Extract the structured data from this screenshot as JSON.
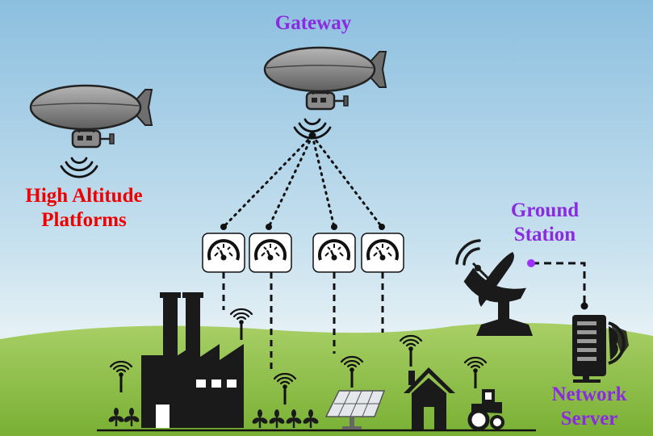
{
  "colors": {
    "gateway_label": "#8a2be2",
    "hap_label": "#ee0000",
    "ground_station_label": "#8a2be2",
    "network_server_label": "#8a2be2",
    "blimp_body": "#8c8c8c",
    "silhouette": "#1a1a1a",
    "sky_top": "#8fc0e0",
    "grass": "#8cbf4a"
  },
  "labels": {
    "gateway": "Gateway",
    "hap_line1": "High Altitude",
    "hap_line2": "Platforms",
    "ground_station_line1": "Ground",
    "ground_station_line2": "Station",
    "network_server_line1": "Network",
    "network_server_line2": "Server"
  },
  "icons": {
    "blimp": "airship-icon",
    "meter": "gauge-meter-icon",
    "signal": "wireless-signal-icon",
    "factory": "factory-icon",
    "plants": "plant-icon",
    "solar": "solar-panel-icon",
    "house": "house-icon",
    "tractor": "tractor-icon",
    "dish": "satellite-dish-icon",
    "server": "server-icon",
    "globe": "globe-icon"
  }
}
